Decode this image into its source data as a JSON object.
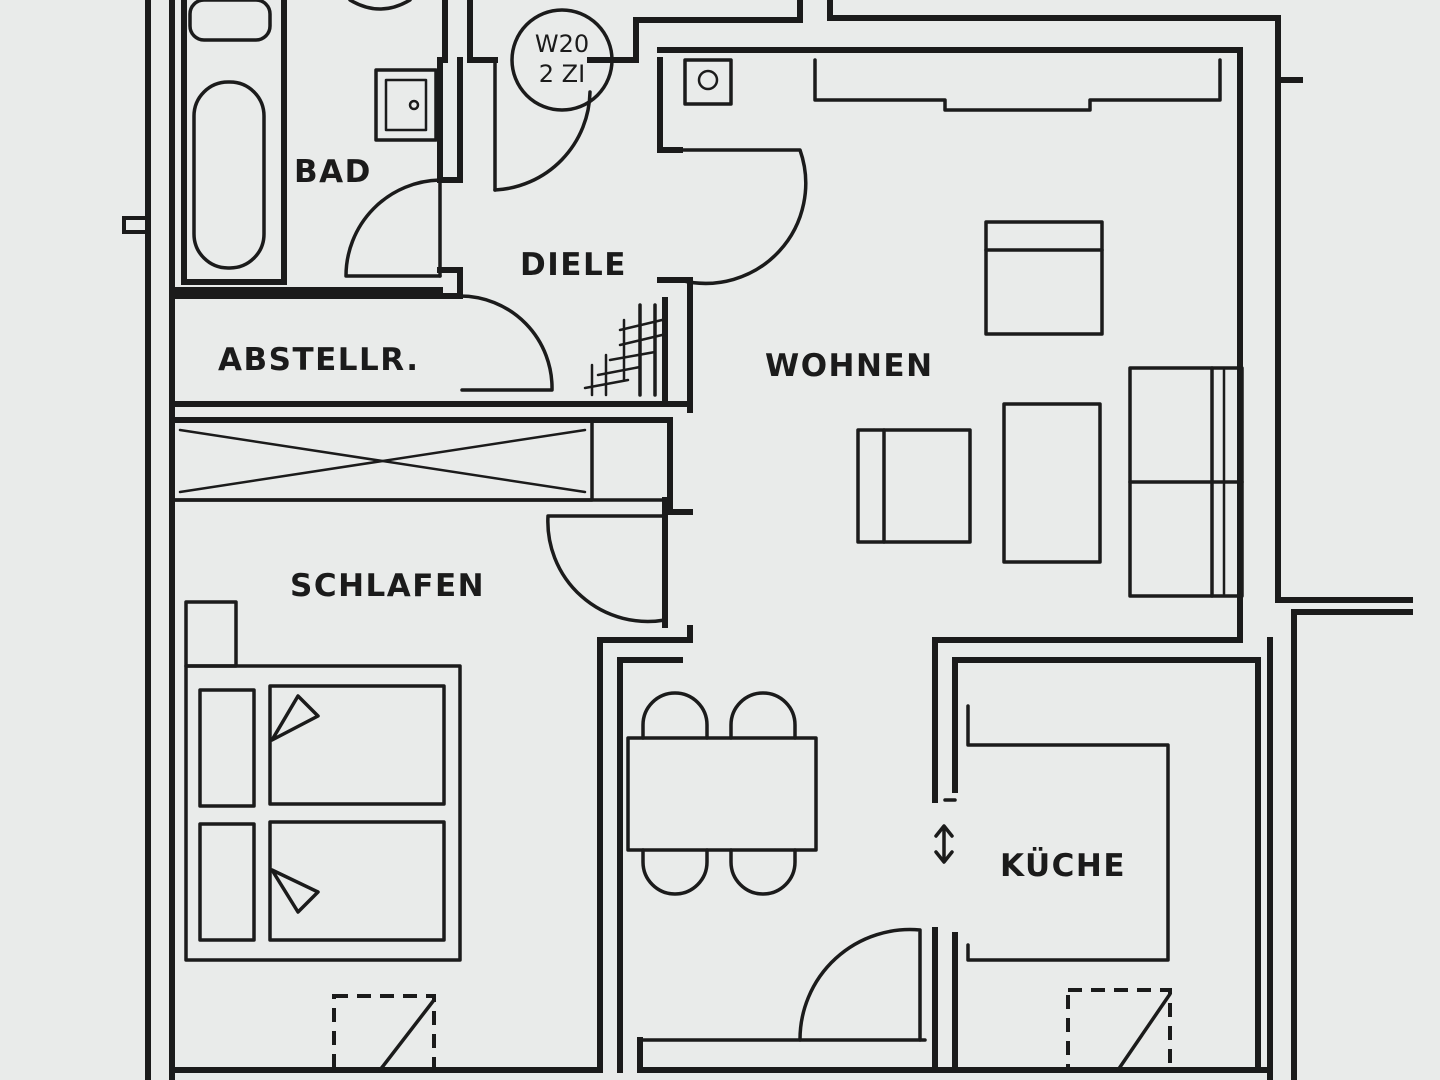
{
  "plan": {
    "unit_tag": {
      "line1": "W20",
      "line2": "2 ZI"
    },
    "rooms": {
      "bad": "BAD",
      "diele": "DIELE",
      "abstellraum": "ABSTELLR.",
      "wohnen": "WOHNEN",
      "schlafen": "SCHLAFEN",
      "kueche": "KÜCHE"
    },
    "colors": {
      "ink": "#1b1b1b",
      "paper": "#e9ebea"
    }
  }
}
